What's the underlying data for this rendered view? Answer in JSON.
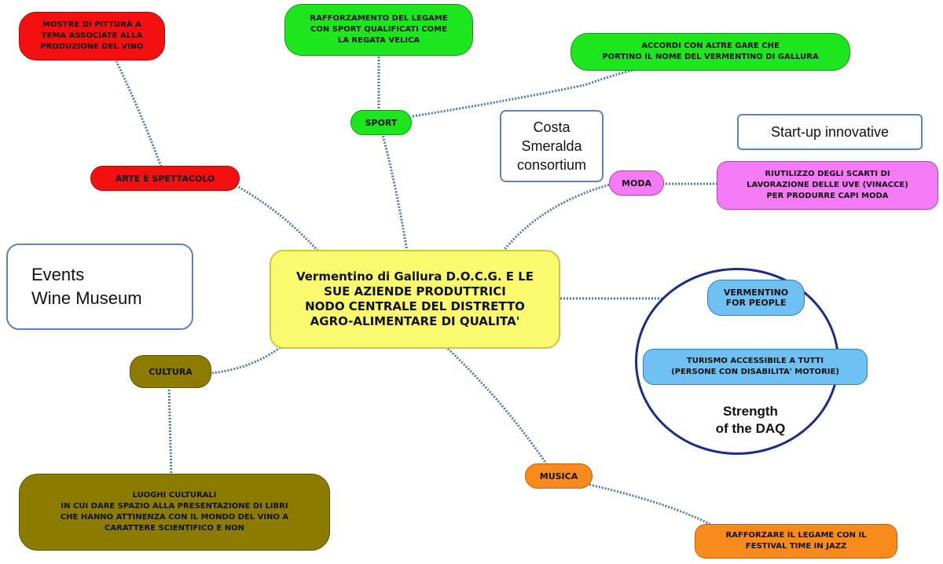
{
  "center": {
    "lines": [
      "Vermentino di Gallura D.O.C.G. E LE",
      "SUE AZIENDE PRODUTTRICI",
      "NODO CENTRALE DEL DISTRETTO",
      "AGRO-ALIMENTARE DI QUALITA'"
    ]
  },
  "nodes": {
    "arte": {
      "label": "ARTE E SPETTACOLO"
    },
    "mostre": {
      "lines": [
        "MOSTRE DI PITTURA A",
        "TEMA ASSOCIATE ALLA",
        "PRODUZIONE DEL VINO"
      ]
    },
    "sport": {
      "label": "SPORT"
    },
    "regata": {
      "lines": [
        "RAFFORZAMENTO DEL LEGAME",
        "CON SPORT QUALIFICATI COME",
        "LA REGATA VELICA"
      ]
    },
    "accordi": {
      "lines": [
        "ACCORDI CON ALTRE GARE CHE",
        "PORTINO IL NOME DEL VERMENTINO DI GALLURA"
      ]
    },
    "moda": {
      "label": "MODA"
    },
    "riutilizzo": {
      "lines": [
        "RIUTILIZZO DEGLI SCARTI DI",
        "LAVORAZIONE DELLE UVE (VINACCE)",
        "PER PRODURRE CAPI MODA"
      ]
    },
    "vfp": {
      "lines": [
        "VERMENTINO",
        "FOR PEOPLE"
      ]
    },
    "turismo": {
      "lines": [
        "TURISMO ACCESSIBILE A TUTTI",
        "(PERSONE CON DISABILITA' MOTORIE)"
      ]
    },
    "cultura": {
      "label": "CULTURA"
    },
    "luoghi": {
      "lines": [
        "LUOGHI CULTURALI",
        "IN CUI DARE SPAZIO ALLA PRESENTAZIONE DI LIBRI",
        "CHE HANNO ATTINENZA CON IL MONDO DEL VINO A",
        "CARATTERE SCIENTIFICO E NON"
      ]
    },
    "musica": {
      "label": "MUSICA"
    },
    "jazz": {
      "lines": [
        "RAFFORZARE IL LEGAME CON IL",
        "FESTIVAL TIME IN JAZZ"
      ]
    }
  },
  "callouts": {
    "costa": {
      "lines": [
        "Costa",
        "Smeralda",
        "consortium"
      ]
    },
    "startup": {
      "lines": [
        "Start-up innovative"
      ]
    },
    "events": {
      "lines": [
        "Events",
        "Wine Museum"
      ]
    }
  },
  "strength": {
    "lines": [
      "Strength",
      "of the DAQ"
    ]
  },
  "colors": {
    "link": "#4a78b8",
    "circle_border": "#1a2c8c",
    "center_fill": "#fafa6e",
    "red": "#f41010",
    "green": "#1ee61e",
    "magenta": "#f57af5",
    "olive": "#8b7c00",
    "orange": "#f98a1c",
    "blue": "#6ec1f2",
    "callout_border": "#5b82c2"
  }
}
